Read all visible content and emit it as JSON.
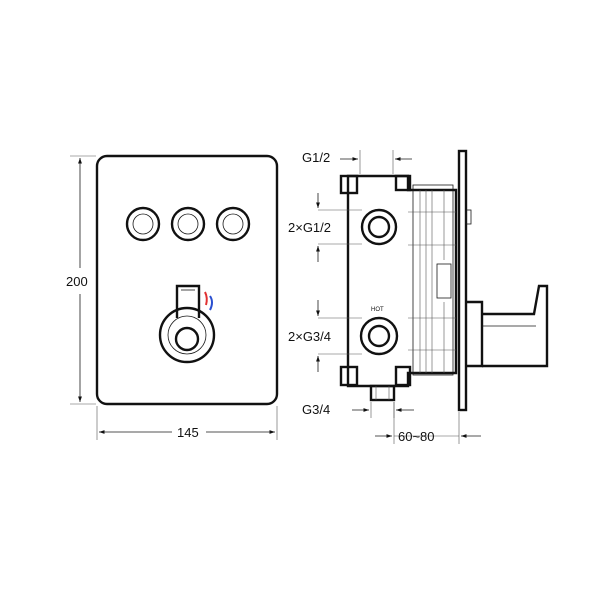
{
  "front_view": {
    "height_label": "200",
    "width_label": "145"
  },
  "side_view": {
    "g12_top_label": "G1/2",
    "outlet_label": "2×G1/2",
    "inlet_label": "2×G3/4",
    "hot_label": "HOT",
    "g34_bottom_label": "G3/4",
    "depth_label": "60~80"
  },
  "colors": {
    "hot": "#e03030",
    "cold": "#2a4fd0",
    "line": "#1a1a1a"
  }
}
